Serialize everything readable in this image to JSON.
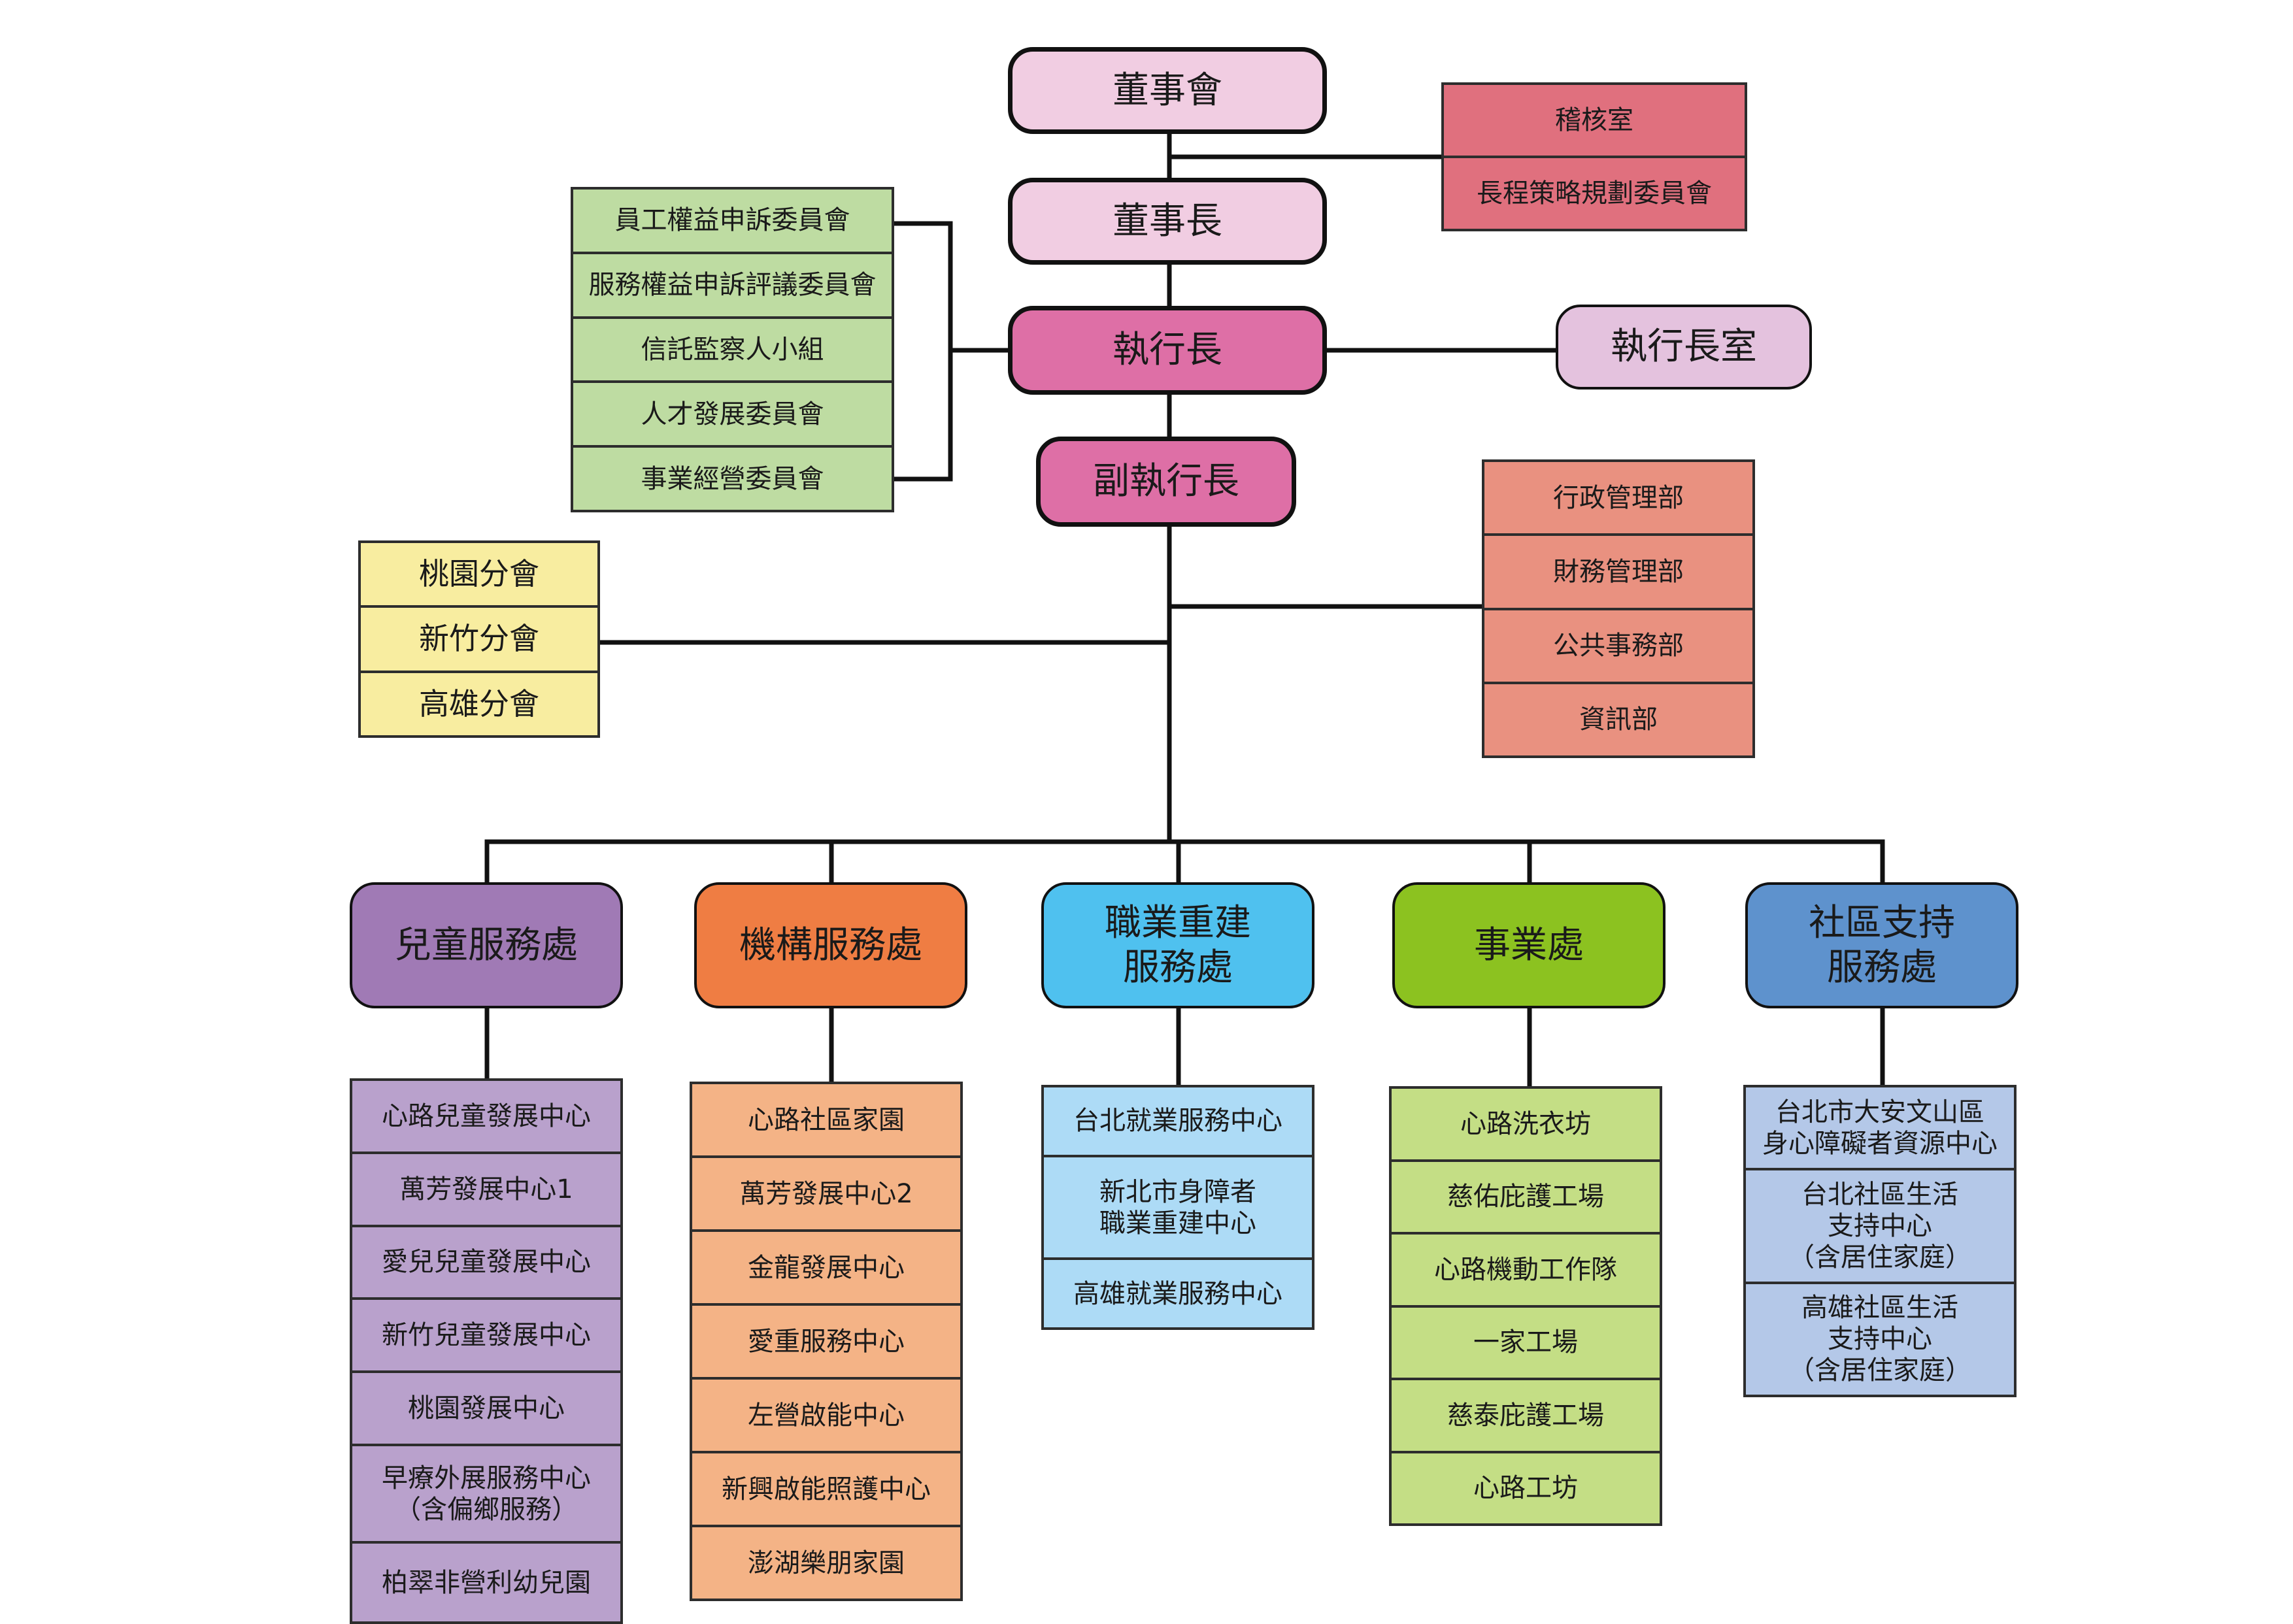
{
  "top": {
    "board": "董事會",
    "chairman": "董事長",
    "ceo": "執行長",
    "ceo_office": "執行長室",
    "deputy_ceo": "副執行長"
  },
  "audit": [
    "稽核室",
    "長程策略規劃委員會"
  ],
  "committees": [
    "員工權益申訴委員會",
    "服務權益申訴評議委員會",
    "信託監察人小組",
    "人才發展委員會",
    "事業經營委員會"
  ],
  "branches": [
    "桃園分會",
    "新竹分會",
    "高雄分會"
  ],
  "admin_depts": [
    "行政管理部",
    "財務管理部",
    "公共事務部",
    "資訊部"
  ],
  "divisions": [
    {
      "title": "兒童服務處",
      "color": "#a07ab5",
      "unit_color": "#b9a1cc",
      "units": [
        "心路兒童發展中心",
        "萬芳發展中心1",
        "愛兒兒童發展中心",
        "新竹兒童發展中心",
        "桃園發展中心",
        "早療外展服務中心\n（含偏鄉服務）",
        "柏翠非營利幼兒園"
      ]
    },
    {
      "title": "機構服務處",
      "color": "#ef7d43",
      "unit_color": "#f4b386",
      "units": [
        "心路社區家園",
        "萬芳發展中心2",
        "金龍發展中心",
        "愛重服務中心",
        "左營啟能中心",
        "新興啟能照護中心",
        "澎湖樂朋家園"
      ]
    },
    {
      "title": "職業重建\n服務處",
      "color": "#4fc1ef",
      "unit_color": "#addbf6",
      "units": [
        "台北就業服務中心",
        "新北市身障者\n職業重建中心",
        "高雄就業服務中心"
      ]
    },
    {
      "title": "事業處",
      "color": "#8cc220",
      "unit_color": "#c4de85",
      "units": [
        "心路洗衣坊",
        "慈佑庇護工場",
        "心路機動工作隊",
        "一家工場",
        "慈泰庇護工場",
        "心路工坊"
      ]
    },
    {
      "title": "社區支持\n服務處",
      "color": "#5e92cd",
      "unit_color": "#b4c8e8",
      "units": [
        "台北市大安文山區\n身心障礙者資源中心",
        "台北社區生活\n支持中心\n（含居住家庭）",
        "高雄社區生活\n支持中心\n（含居住家庭）"
      ]
    }
  ],
  "colors": {
    "board": "#f1cde2",
    "ceo": "#de6fa6",
    "ceo_office": "#e4c2de",
    "audit": "#e0707e",
    "committee": "#bedca2",
    "branch": "#f8eda0",
    "admin": "#e99180",
    "line": "#111111"
  }
}
